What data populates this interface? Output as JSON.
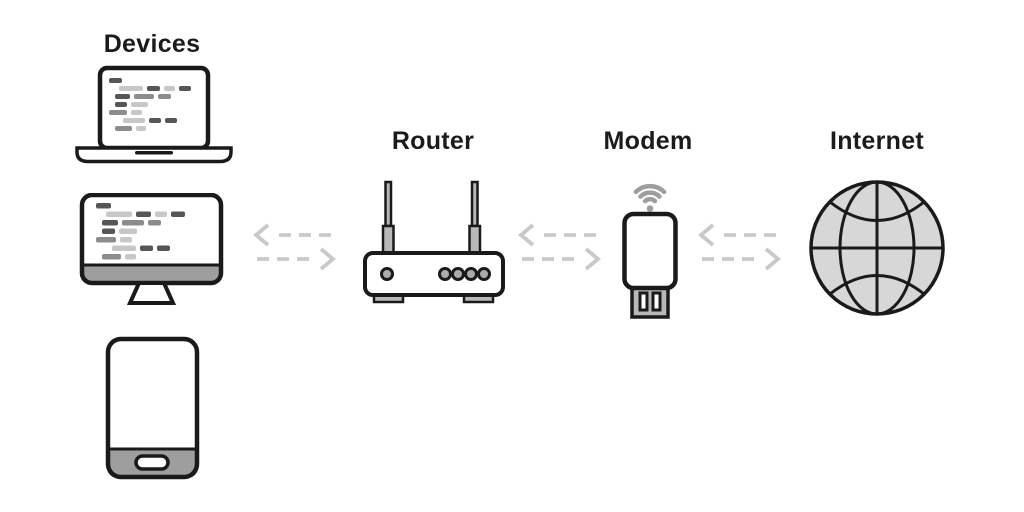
{
  "diagram": {
    "type": "network-connection-flow",
    "nodes": [
      {
        "id": "devices",
        "label": "Devices",
        "icons": [
          "laptop",
          "desktop-monitor",
          "smartphone"
        ]
      },
      {
        "id": "router",
        "label": "Router",
        "icons": [
          "wifi-router"
        ]
      },
      {
        "id": "modem",
        "label": "Modem",
        "icons": [
          "usb-wifi-modem"
        ]
      },
      {
        "id": "internet",
        "label": "Internet",
        "icons": [
          "globe"
        ]
      }
    ],
    "connections": [
      {
        "from": "devices",
        "to": "router",
        "style": "dashed",
        "direction": "bidirectional"
      },
      {
        "from": "router",
        "to": "modem",
        "style": "dashed",
        "direction": "bidirectional"
      },
      {
        "from": "modem",
        "to": "internet",
        "style": "dashed",
        "direction": "bidirectional"
      }
    ],
    "colors": {
      "background": "#ffffff",
      "outline": "#1a1a1a",
      "arrow": "#c9c9c9",
      "device_gray": "#9e9e9e",
      "antenna_gray": "#b8b8b8",
      "globe_fill": "#d7d7d7",
      "code_line_dark": "#565656",
      "code_line_medium": "#8c8c8c",
      "code_line_light": "#c7c7c7"
    }
  }
}
